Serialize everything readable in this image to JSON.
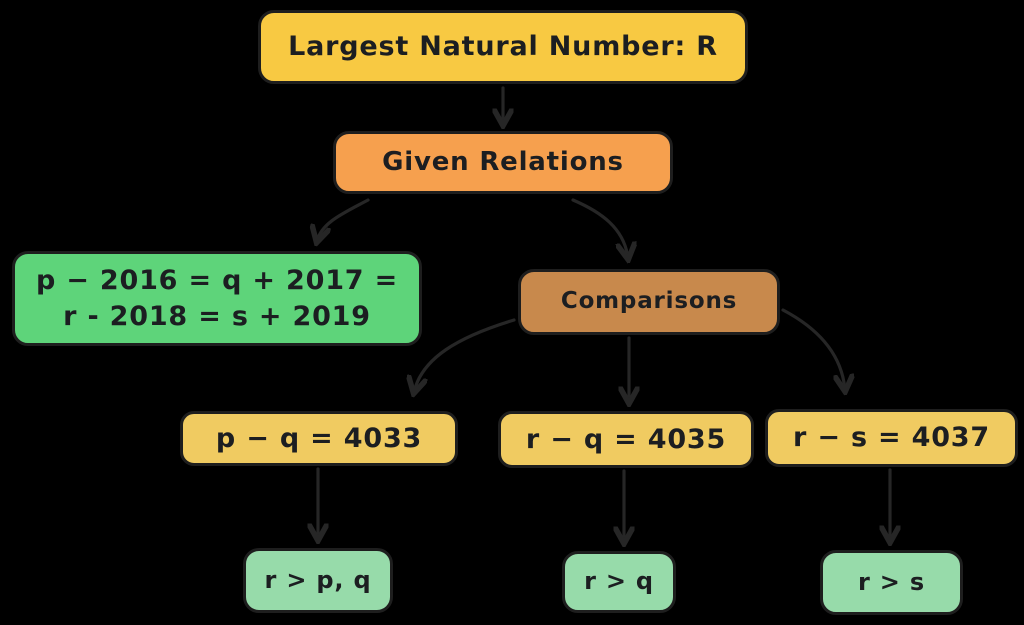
{
  "diagram": {
    "background": "#000000",
    "stroke_color": "#1e1e1e",
    "arrow_color": "#262626",
    "text_color": "#1c1e21"
  },
  "colors": {
    "title_fill": "#f8c942",
    "given_fill": "#f6a04e",
    "relations_fill": "#5ed47a",
    "comparisons_fill": "#c8894c",
    "equation_fill": "#f0cb61",
    "result_fill": "#97dbaa"
  },
  "nodes": {
    "title": {
      "label": "Largest Natural Number: R"
    },
    "given_relations": {
      "label": "Given Relations"
    },
    "relations": {
      "line1": "p − 2016 = q + 2017 =",
      "line2": "r - 2018 = s + 2019"
    },
    "comparisons": {
      "label": "Comparisons"
    },
    "eq_pq": {
      "label": "p − q = 4033"
    },
    "eq_rq": {
      "label": "r − q = 4035"
    },
    "eq_rs": {
      "label": "r − s = 4037"
    },
    "res_pq": {
      "label": "r > p, q"
    },
    "res_rq": {
      "label": "r > q"
    },
    "res_rs": {
      "label": "r > s"
    }
  }
}
